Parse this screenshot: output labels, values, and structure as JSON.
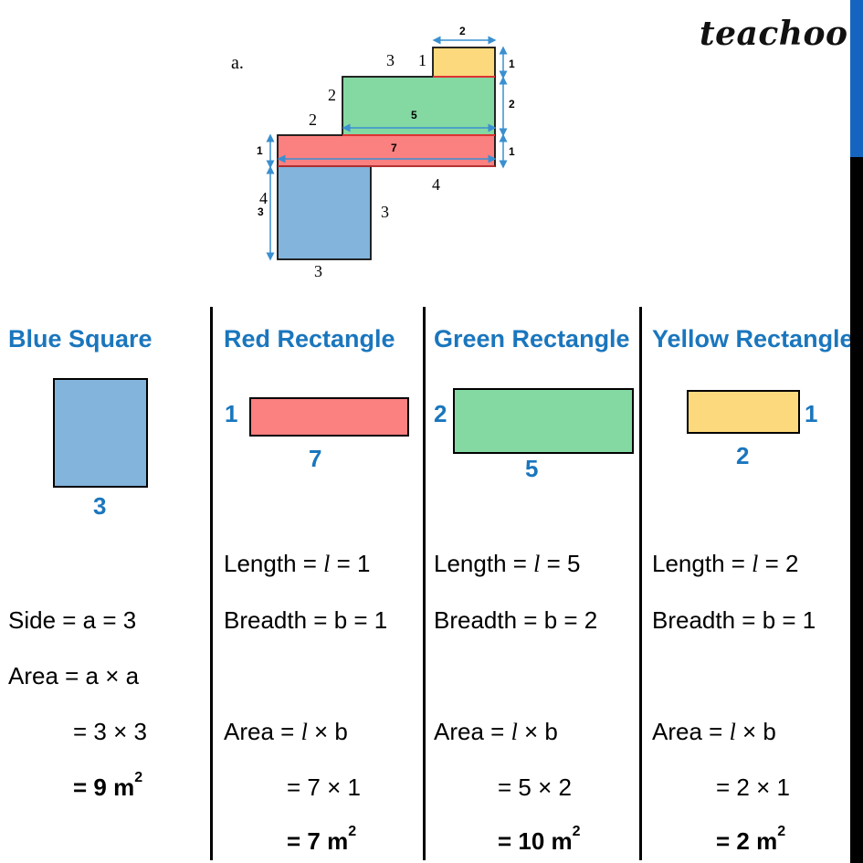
{
  "brand": {
    "logo": "teachoo"
  },
  "figure": {
    "part_label": "a.",
    "labels": {
      "yellow_top": "2",
      "yellow_right": "1",
      "yellow_left_1": "1",
      "left_3": "3",
      "green_left": "2",
      "green_inner": "5",
      "green_right": "2",
      "left_2": "2",
      "red_left": "1",
      "red_inner": "7",
      "red_right": "1",
      "below_red": "4",
      "blue_left_4": "4",
      "blue_left_3": "3",
      "blue_right": "3",
      "blue_bottom": "3"
    },
    "colors": {
      "yellow": "#fcd97c",
      "green": "#84d8a2",
      "red": "#fb8080",
      "blue": "#82b4dc"
    }
  },
  "columns": {
    "blue": {
      "heading": "Blue Square",
      "dim_bottom": "3",
      "color": "#82b4dc",
      "lines": [
        "Side = a = 3",
        "Area = a × a",
        "= 3 × 3"
      ],
      "result": "= 9 m",
      "unit_power": "2"
    },
    "red": {
      "heading": "Red Rectangle",
      "dim_left": "1",
      "dim_bottom": "7",
      "color": "#fb8080",
      "length": {
        "prefix": "Length = ",
        "symbol": "l",
        "suffix": " = 1"
      },
      "breadth": "Breadth = b = 1",
      "area": {
        "prefix": "Area = ",
        "symbol": "l",
        "suffix": " × b"
      },
      "calc": "= 7 × 1",
      "result": "= 7 m",
      "unit_power": "2"
    },
    "green": {
      "heading": "Green Rectangle",
      "dim_left": "2",
      "dim_bottom": "5",
      "color": "#84d8a2",
      "length": {
        "prefix": "Length = ",
        "symbol": "l",
        "suffix": " = 5"
      },
      "breadth": "Breadth = b = 2",
      "area": {
        "prefix": "Area = ",
        "symbol": "l",
        "suffix": " × b"
      },
      "calc": "= 5 × 2",
      "result": "= 10 m",
      "unit_power": "2"
    },
    "yellow": {
      "heading": "Yellow Rectangle",
      "dim_right": "1",
      "dim_bottom": "2",
      "color": "#fcd97c",
      "length": {
        "prefix": "Length = ",
        "symbol": "l",
        "suffix": " = 2"
      },
      "breadth": "Breadth = b = 1",
      "area": {
        "prefix": "Area = ",
        "symbol": "l",
        "suffix": " × b"
      },
      "calc": "= 2 × 1",
      "result": "= 2 m",
      "unit_power": "2"
    }
  }
}
